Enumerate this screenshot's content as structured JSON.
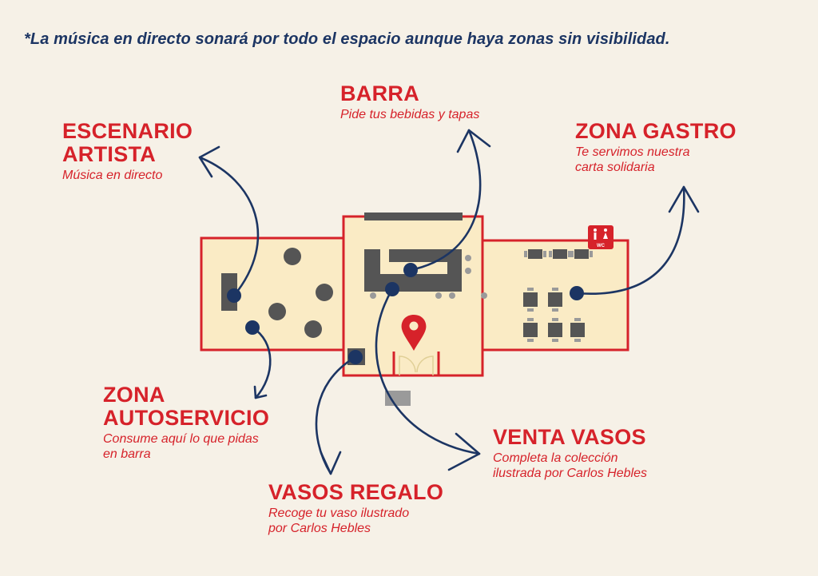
{
  "note": "*La música en directo sonará por todo el espacio aunque haya zonas sin visibilidad.",
  "zones": {
    "escenario": {
      "title": [
        "ESCENARIO",
        "ARTISTA"
      ],
      "subtitle": [
        "Música en directo"
      ]
    },
    "barra": {
      "title": [
        "BARRA"
      ],
      "subtitle": [
        "Pide tus bebidas y tapas"
      ]
    },
    "gastro": {
      "title": [
        "ZONA GASTRO"
      ],
      "subtitle": [
        "Te servimos nuestra",
        "carta solidaria"
      ]
    },
    "autoservicio": {
      "title": [
        "ZONA",
        "AUTOSERVICIO"
      ],
      "subtitle": [
        "Consume aquí lo que pidas",
        "en barra"
      ]
    },
    "venta_vasos": {
      "title": [
        "VENTA VASOS"
      ],
      "subtitle": [
        "Completa la colección",
        "ilustrada por Carlos Hebles"
      ]
    },
    "vasos_regalo": {
      "title": [
        "VASOS REGALO"
      ],
      "subtitle": [
        "Recoge tu vaso ilustrado",
        "por Carlos Hebles"
      ]
    }
  },
  "wc_label": "WC",
  "icons": [
    "location-pin-icon",
    "wc-icon",
    "door-icon"
  ],
  "colors": {
    "background": "#f6f1e7",
    "floor": "#faebc5",
    "wall": "#d6222a",
    "accent_red": "#d6222a",
    "navy": "#1c3563",
    "furniture": "#555555"
  }
}
